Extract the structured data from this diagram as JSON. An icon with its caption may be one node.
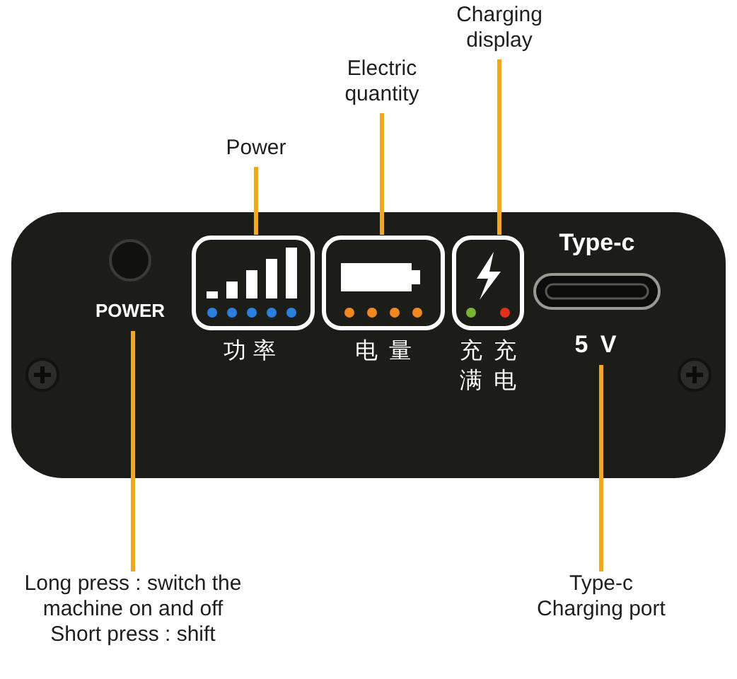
{
  "diagram": {
    "nodes": [
      {
        "text": [
          "Power"
        ]
      },
      {
        "text": [
          "Electric quantity"
        ]
      },
      {
        "text": [
          "Charging display"
        ]
      },
      {
        "text": [
          "Long press : switch the machine on and off",
          "Short press : shift"
        ]
      },
      {
        "text": [
          "Type-c Charging port"
        ]
      },
      {
        "text": [],
        "shape": "box"
      },
      {
        "text": [
          "功率"
        ],
        "in": 5
      },
      {
        "text": [
          "电量"
        ],
        "in": 5
      },
      {
        "text": [
          "充满",
          "充电"
        ],
        "in": 5
      },
      {
        "text": [
          "POWER"
        ],
        "in": 5
      },
      {
        "text": [
          "Type-c",
          "5 V"
        ],
        "in": 5
      }
    ],
    "edges": [
      {
        "from": 0,
        "to": 6,
        "arrow": "none"
      },
      {
        "from": 1,
        "to": 7,
        "arrow": "none"
      },
      {
        "from": 2,
        "to": 8,
        "arrow": "none"
      },
      {
        "from": 3,
        "to": 9,
        "arrow": "none"
      },
      {
        "from": 4,
        "to": 10,
        "arrow": "none"
      }
    ]
  }
}
